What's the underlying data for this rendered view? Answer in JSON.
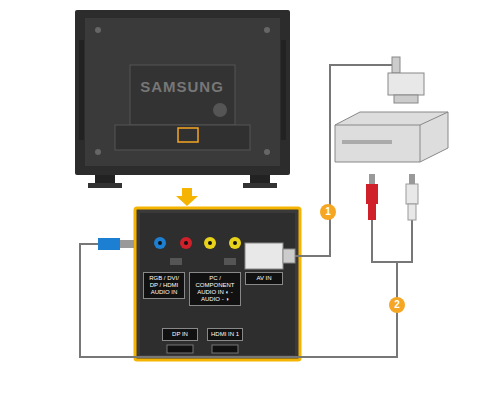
{
  "diagram": {
    "nodes": [
      {
        "text": [
          "RGB / DVI/ DP / HDMI AUDIO IN"
        ]
      },
      {
        "text": [
          "PC / COMPONENT AUDIO IN ◐ - AUDIO - ◑"
        ]
      },
      {
        "text": [
          "AV IN"
        ]
      },
      {
        "text": [
          "DP IN"
        ]
      },
      {
        "text": [
          "HDMI IN 1"
        ]
      }
    ],
    "labels": [
      "SAMSUNG",
      "1",
      "2"
    ]
  }
}
